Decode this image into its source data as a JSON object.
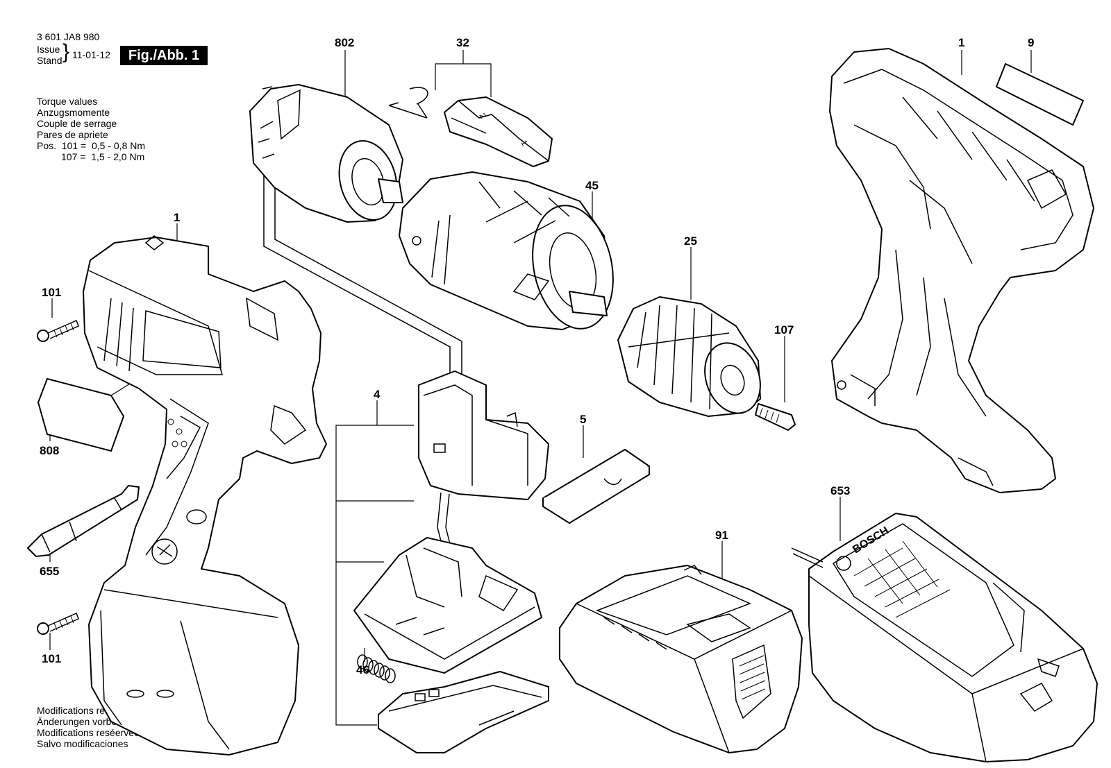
{
  "header": {
    "doc_number": "3 601 JA8 980",
    "issue_label": "Issue",
    "stand_label": "Stand",
    "issue_date": "11-01-12",
    "figure_label": "Fig./Abb. 1"
  },
  "torque": {
    "lines": [
      "Torque values",
      "Anzugsmomente",
      "Couple de serrage",
      "Pares de apriete",
      "Pos.  101 =  0,5 - 0,8 Nm",
      "         107 =  1,5 - 2,0 Nm"
    ]
  },
  "modifications": {
    "lines": [
      "Modifications reserved",
      "Änderungen vorbehalten",
      "Modifications reséervées",
      "Salvo modificaciones"
    ]
  },
  "parts": {
    "housing_left": "1",
    "housing_right": "1",
    "label_9": "9",
    "screw_upper": "101",
    "screw_lower": "101",
    "nameplate": "808",
    "bit": "655",
    "motor": "802",
    "spring_clip": "32",
    "gearbox": "45",
    "chuck": "25",
    "chuck_screw": "107",
    "switch": "4",
    "slider": "5",
    "spring": "46",
    "battery": "91",
    "charger": "653"
  },
  "charger_brand": "BOSCH"
}
